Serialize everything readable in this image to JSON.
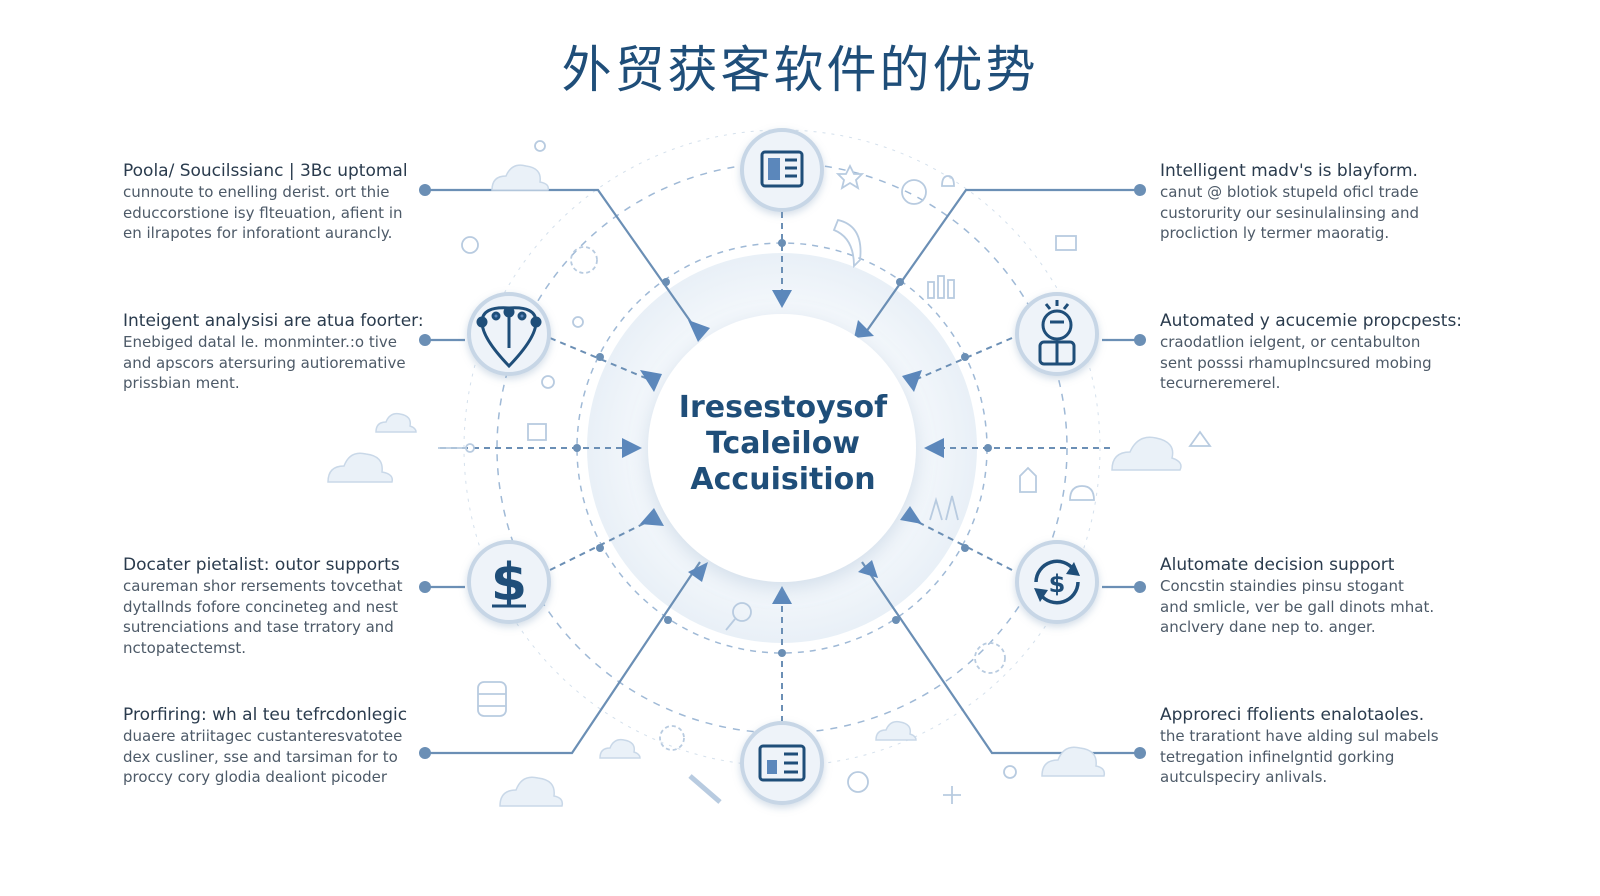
{
  "title": "外贸获客软件的优势",
  "center": {
    "lines": [
      "Iresestoysof",
      "Tcaleilow",
      "Accuisition"
    ]
  },
  "left_blocks": [
    {
      "heading": "Poola/ Soucilssianc | 3Bc uptomal",
      "body": [
        "cunnoute to enelling derist. ort thie",
        "educcorstione isy flteuation, afient in",
        "en ilrapotes for inforationt aurancly."
      ]
    },
    {
      "heading": "Inteigent analysisi are atua foorter:",
      "body": [
        "Enebiged datal le. monminter.:o tive",
        "and apscors atersuring autioremative",
        "prissbian ment."
      ]
    },
    {
      "heading": "Docater pietalist: outor supports",
      "body": [
        "caureman shor rersements tovcethat",
        "dytallnds fofore concineteg and nest",
        "sutrenciations and tase trratory and",
        "nctopatectemst."
      ]
    },
    {
      "heading": "Prorfiring: wh al teu tefrcdonlegic",
      "body": [
        "duaere atriitagec custanteresvatotee",
        "dex cusliner, sse and tarsiman for to",
        "proccy cory glodia dealiont picoder"
      ]
    }
  ],
  "right_blocks": [
    {
      "heading": "Intelligent madv's is blayform.",
      "body": [
        "canut @ blotiok stupeld oficl trade",
        "custorurity our sesinulalinsing and",
        "procliction ly termer maoratig."
      ]
    },
    {
      "heading": "Automated y acucemie propcpests:",
      "body": [
        "craodatlion ielgent, or centabulton",
        "sent posssi rhamuplncsured mobing",
        "tecurneremerel."
      ]
    },
    {
      "heading": "Alutomate decision support",
      "body": [
        "Concstin staindies pinsu stogant",
        "and smlicle, ver be gall dinots mhat.",
        "anclvery dane nep to.  anger."
      ]
    },
    {
      "heading": "Approreci ffolients enalotaoles.",
      "body": [
        "the trarationt have alding sul mabels",
        "tetregation infinelgntid gorking",
        "autculspeciry anlivals."
      ]
    }
  ],
  "icons": {
    "top": "document-icon",
    "bottom": "report-icon",
    "upper_left": "network-brain-icon",
    "lower_left": "dollar-icon",
    "upper_right": "robot-icon",
    "lower_right": "decision-cycle-icon"
  },
  "colors": {
    "primary": "#1f4e79",
    "line": "#6b8fb5",
    "arrow": "#5b87bb",
    "circle_stroke": "#b9cde3",
    "node_fill": "#eaf1f8"
  }
}
